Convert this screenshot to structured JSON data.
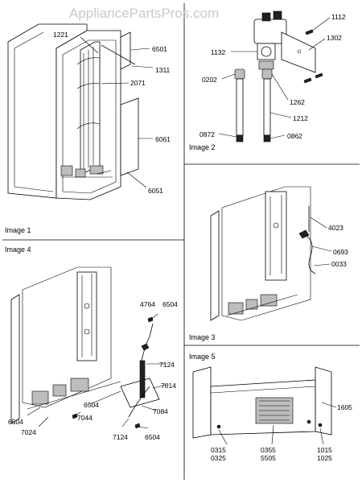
{
  "watermark": "AppliancePartsPros.com",
  "panels": {
    "image1": {
      "caption": "Image 1",
      "labels": [
        "1221",
        "6501",
        "1311",
        "2071",
        "6061",
        "6051"
      ]
    },
    "image2": {
      "caption": "Image 2",
      "labels": [
        "1112",
        "1302",
        "1132",
        "0202",
        "1262",
        "1212",
        "0872",
        "0862"
      ]
    },
    "image3": {
      "caption": "Image 3",
      "labels": [
        "4023",
        "0693",
        "0033"
      ]
    },
    "image4": {
      "caption": "Image 4",
      "labels": [
        "4764",
        "6504",
        "7124",
        "7014",
        "6504",
        "7044",
        "7084",
        "6504",
        "7024",
        "7124",
        "6504"
      ]
    },
    "image5": {
      "caption": "Image 5",
      "labels": [
        "1605",
        "0315",
        "0325",
        "0355",
        "5505",
        "1015",
        "1025"
      ]
    }
  }
}
